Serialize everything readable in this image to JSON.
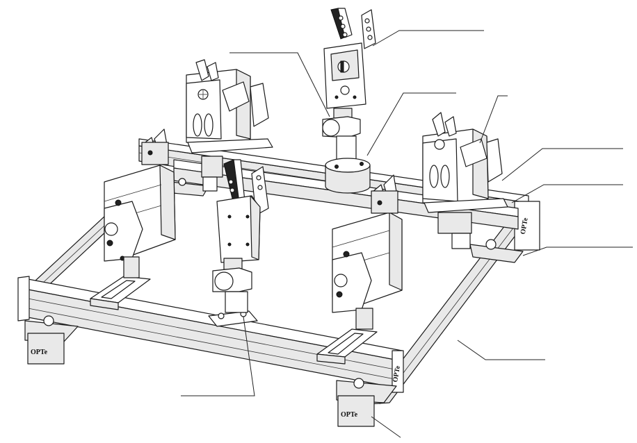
{
  "figure": {
    "brand_marks": [
      "OPTe",
      "OPTe",
      "OPTe",
      "OPTe"
    ],
    "leader_lines": 9
  }
}
